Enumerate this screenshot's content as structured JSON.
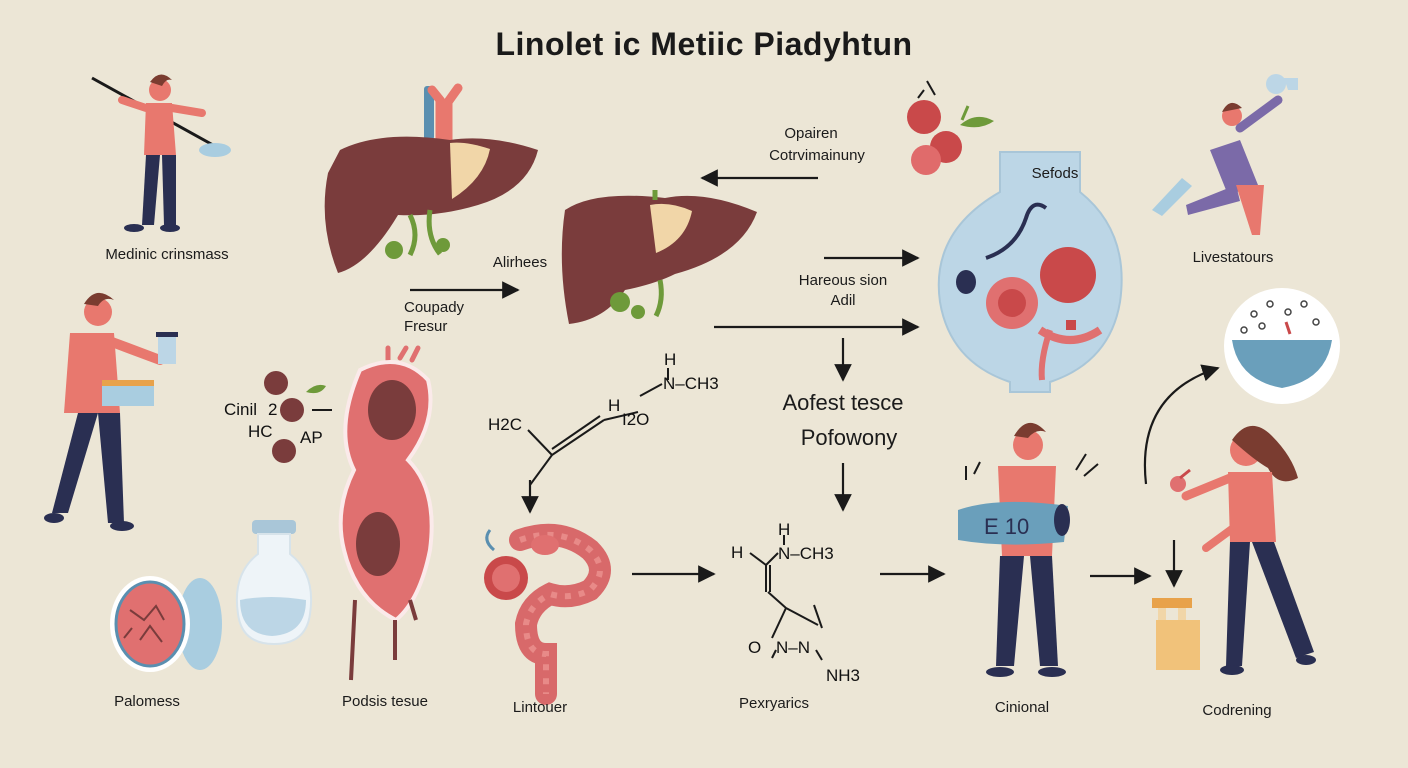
{
  "title": "Linolet ic Metiic Piadyhtun",
  "labels": {
    "medinic": "Medinic crinsmass",
    "coupady": "Coupady",
    "fresur": "Fresur",
    "alirhees": "Alirhees",
    "opairen": "Opairen",
    "cotrvimainuny": "Cotrvimainuny",
    "harseous": "Hareous sion",
    "adil": "Adil",
    "sefods": "Sefods",
    "livestatours": "Livestatours",
    "aofest": "Aofest tesce",
    "pofowony": "Pofowony",
    "palomess": "Palomess",
    "podsis": "Podsis tesue",
    "lintouer": "Lintouer",
    "pexryarics": "Pexryarics",
    "cinional": "Cinional",
    "codrening": "Codrening"
  },
  "chem": {
    "cinil": "Cinil",
    "two": "2",
    "hc": "HC",
    "ap": "AP",
    "h1": "H",
    "nch3_1": "N‒CH3",
    "h2c": "H2C",
    "hpipe": "H",
    "i2o": "I2O",
    "h2": "H",
    "hn": "H",
    "nch3_2": "N‒CH3",
    "o": "O",
    "nn": "N‒N",
    "nh3": "NH3"
  },
  "sign_text": "E 10",
  "colors": {
    "background": "#ece6d6",
    "liver": "#7a3c3c",
    "skin_shirt": "#e8786e",
    "pants": "#2a2f52",
    "organ_pink": "#e07070",
    "bladder_blue": "#bcd6e6",
    "accent_green": "#6e9a3a"
  }
}
